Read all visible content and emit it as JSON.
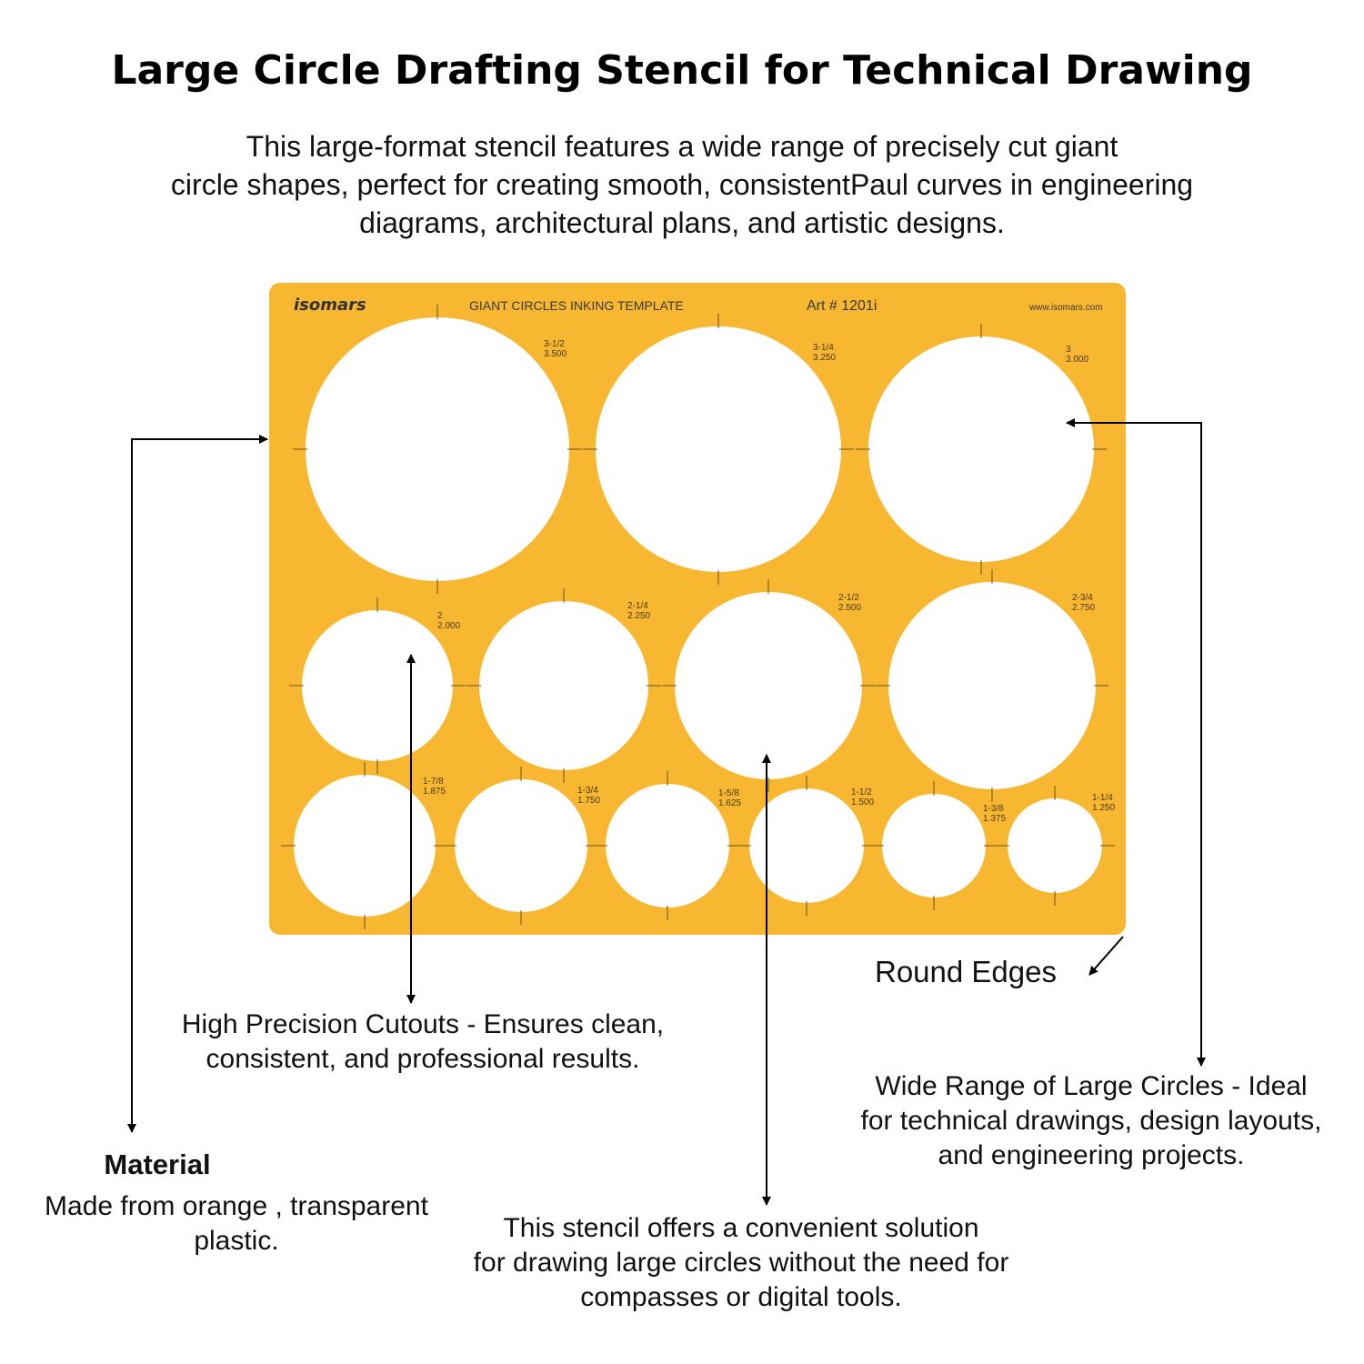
{
  "title": "Large Circle Drafting Stencil for Technical Drawing",
  "intro": {
    "lines": [
      "This large-format stencil features a wide range of precisely cut giant",
      "circle shapes, perfect for creating smooth, consistentPaul curves in engineering",
      "diagrams, architectural plans, and artistic designs."
    ]
  },
  "stencil": {
    "brand": "isomars",
    "template_name": "GIANT CIRCLES INKING TEMPLATE",
    "art_number": "Art # 1201i",
    "website": "www.isomars.com",
    "fill_color": "#F7B731",
    "cutout_color": "#ffffff",
    "circles": [
      {
        "fraction": "3-1/2",
        "decimal": "3.500"
      },
      {
        "fraction": "3-1/4",
        "decimal": "3.250"
      },
      {
        "fraction": "3",
        "decimal": "3.000"
      },
      {
        "fraction": "2",
        "decimal": "2.000"
      },
      {
        "fraction": "2-1/4",
        "decimal": "2.250"
      },
      {
        "fraction": "2-1/2",
        "decimal": "2.500"
      },
      {
        "fraction": "2-3/4",
        "decimal": "2.750"
      },
      {
        "fraction": "1-7/8",
        "decimal": "1.875"
      },
      {
        "fraction": "1-3/4",
        "decimal": "1.750"
      },
      {
        "fraction": "1-5/8",
        "decimal": "1.625"
      },
      {
        "fraction": "1-1/2",
        "decimal": "1.500"
      },
      {
        "fraction": "1-3/8",
        "decimal": "1.375"
      },
      {
        "fraction": "1-1/4",
        "decimal": "1.250"
      }
    ]
  },
  "callouts": {
    "round_edges": "Round Edges",
    "precision": {
      "lines": [
        "High Precision Cutouts - Ensures clean,",
        "consistent, and professional results."
      ]
    },
    "wide_range": {
      "lines": [
        "Wide Range of Large Circles - Ideal",
        "for technical drawings, design layouts,",
        "and engineering projects."
      ]
    },
    "material": {
      "title": "Material",
      "lines": [
        "Made from orange , transparent",
        "plastic."
      ]
    },
    "solution": {
      "lines": [
        "This stencil offers a convenient solution",
        "for drawing large circles without the need for",
        "compasses or digital tools."
      ]
    }
  }
}
